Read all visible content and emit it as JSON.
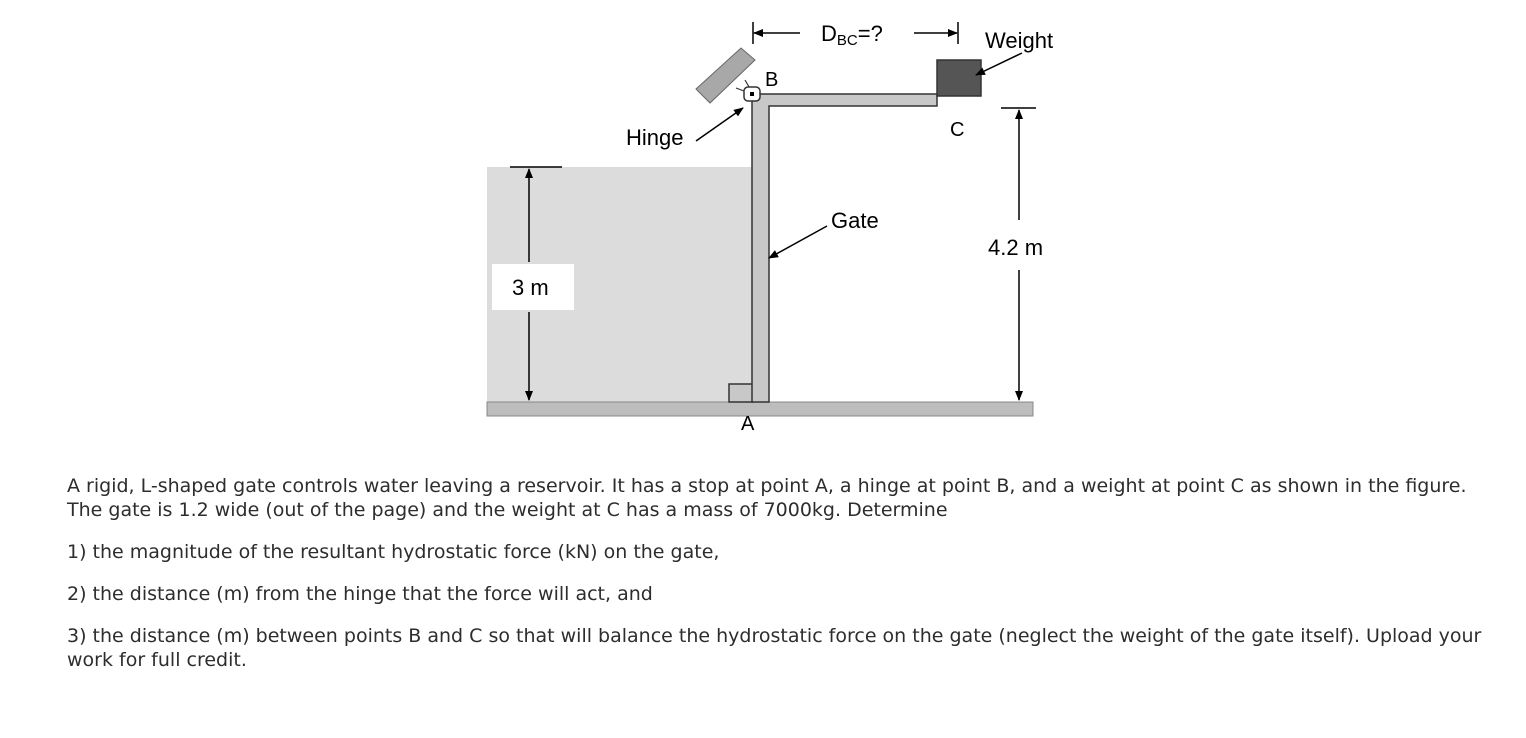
{
  "figure": {
    "labels": {
      "dbc_main": "D",
      "dbc_sub": "BC",
      "dbc_tail": "=?",
      "weight": "Weight",
      "point_b": "B",
      "point_c": "C",
      "hinge": "Hinge",
      "gate": "Gate",
      "height_total": "4.2 m",
      "water_depth": "3 m",
      "point_a": "A"
    },
    "colors": {
      "water": "#dcdcdc",
      "gate_fill": "#c8c8c8",
      "ground": "#bdbdbd",
      "weight_fill": "#555555",
      "hinge_plate": "#a8a8a8"
    }
  },
  "problem": {
    "intro": "A rigid, L-shaped gate controls water leaving a reservoir. It has a stop at point A, a hinge at point B, and a weight at point C as shown in the figure. The gate is 1.2 wide (out of the page) and the weight at C has a mass of 7000kg. Determine",
    "q1": "1) the magnitude of the resultant hydrostatic force (kN) on the gate,",
    "q2": "2) the distance (m) from the hinge that the force will act, and",
    "q3": "3) the distance (m) between points B and C so that will balance the hydrostatic force on the gate (neglect the weight of the gate itself). Upload your work for full credit."
  }
}
